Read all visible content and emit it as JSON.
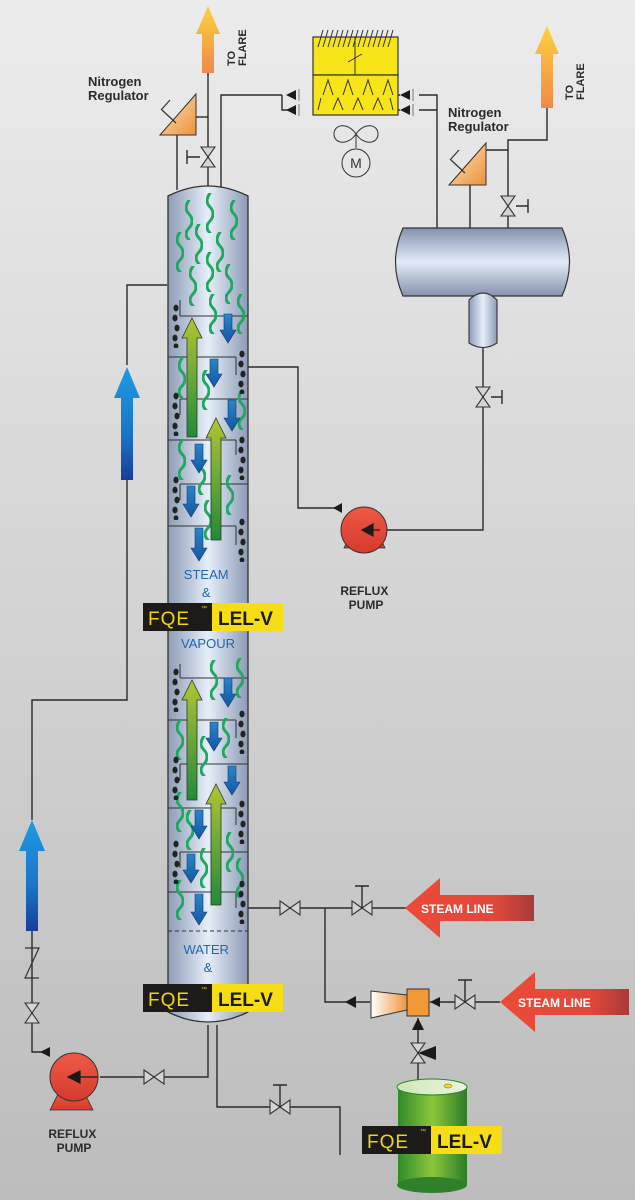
{
  "diagram": {
    "title": "Steam stripping column with FQE LEL-V",
    "labels": {
      "to_flare_left": [
        "TO",
        "FLARE"
      ],
      "to_flare_right": [
        "TO",
        "FLARE"
      ],
      "nitrogen_regulator_left": [
        "Nitrogen",
        "Regulator"
      ],
      "nitrogen_regulator_right": [
        "Nitrogen",
        "Regulator"
      ],
      "reflux_pump_right": [
        "REFLUX",
        "PUMP"
      ],
      "reflux_pump_left": [
        "REFLUX",
        "PUMP"
      ],
      "steam_line_1": "STEAM LINE",
      "steam_line_2": "STEAM LINE",
      "column_upper": [
        "STEAM",
        "&",
        "VAPOUR"
      ],
      "column_lower": [
        "WATER",
        "&"
      ],
      "motor": "M"
    },
    "badges": [
      {
        "brand": "FQE",
        "tm": "™",
        "product": "LEL-V",
        "location": "column-mid"
      },
      {
        "brand": "FQE",
        "tm": "™",
        "product": "LEL-V",
        "location": "column-bottom"
      },
      {
        "brand": "FQE",
        "tm": "™",
        "product": "LEL-V",
        "location": "drum"
      }
    ],
    "colors": {
      "flare_arrow": "#f2a04a",
      "flow_arrow_blue": "#1b8ad8",
      "steam_arrow": "#e6483a",
      "pump": "#e84a3a",
      "condenser": "#f7e51a",
      "badge_yellow": "#f6dd14",
      "badge_black": "#1c1b19",
      "vapour_wave": "#1fa860"
    }
  }
}
